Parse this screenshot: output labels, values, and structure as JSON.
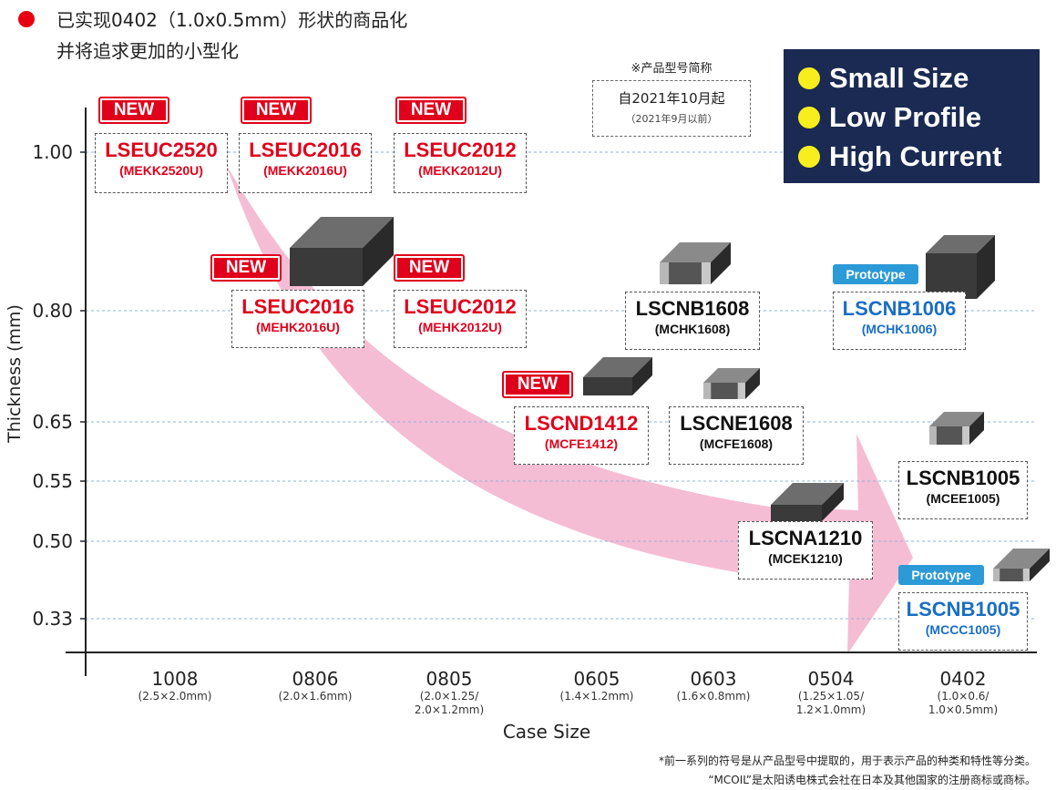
{
  "heading": {
    "line1": "已实现0402（1.0x0.5mm）形状的商品化",
    "line2": "并将追求更加的小型化"
  },
  "naming_note": {
    "title": "※产品型号简称",
    "line1": "自2021年10月起",
    "line2": "（2021年9月以前）"
  },
  "features": [
    "Small Size",
    "Low Profile",
    "High Current"
  ],
  "colors": {
    "new_red": "#e0001b",
    "prototype_blue": "#2c9ad6",
    "feature_bg": "#1a2a52",
    "feature_dot": "#f8ee1d",
    "arrow_pink": "#f4b6cf"
  },
  "badges": {
    "new": "NEW",
    "prototype": "Prototype"
  },
  "chart_data": {
    "type": "scatter",
    "xlabel": "Case Size",
    "ylabel": "Thickness (mm)",
    "categories": [
      {
        "name": "1008",
        "dims": [
          "(2.5×2.0mm)"
        ]
      },
      {
        "name": "0806",
        "dims": [
          "(2.0×1.6mm)"
        ]
      },
      {
        "name": "0805",
        "dims": [
          "(2.0×1.25/",
          "2.0×1.2mm)"
        ]
      },
      {
        "name": "0605",
        "dims": [
          "(1.4×1.2mm)"
        ]
      },
      {
        "name": "0603",
        "dims": [
          "(1.6×0.8mm)"
        ]
      },
      {
        "name": "0504",
        "dims": [
          "(1.25×1.05/",
          "1.2×1.0mm)"
        ]
      },
      {
        "name": "0402",
        "dims": [
          "(1.0×0.6/",
          "1.0×0.5mm)"
        ]
      }
    ],
    "y_ticks": [
      "1.00",
      "0.80",
      "0.65",
      "0.55",
      "0.50",
      "0.33"
    ],
    "grid": "dashed horizontal",
    "points": [
      {
        "name": "LSEUC2520",
        "old": "(MEKK2520U)",
        "case": "1008",
        "thickness": "1.00",
        "status": "new"
      },
      {
        "name": "LSEUC2016",
        "old": "(MEKK2016U)",
        "case": "0806",
        "thickness": "1.00",
        "status": "new"
      },
      {
        "name": "LSEUC2012",
        "old": "(MEKK2012U)",
        "case": "0805",
        "thickness": "1.00",
        "status": "new"
      },
      {
        "name": "LSEUC2016",
        "old": "(MEHK2016U)",
        "case": "0806",
        "thickness": "0.80",
        "status": "new"
      },
      {
        "name": "LSEUC2012",
        "old": "(MEHK2012U)",
        "case": "0805",
        "thickness": "0.80",
        "status": "new"
      },
      {
        "name": "LSCNB1608",
        "old": "(MCHK1608)",
        "case": "0603",
        "thickness": "0.80",
        "status": "current"
      },
      {
        "name": "LSCNB1006",
        "old": "(MCHK1006)",
        "case": "0402",
        "thickness": "0.80",
        "status": "prototype"
      },
      {
        "name": "LSCND1412",
        "old": "(MCFE1412)",
        "case": "0605",
        "thickness": "0.65",
        "status": "new"
      },
      {
        "name": "LSCNE1608",
        "old": "(MCFE1608)",
        "case": "0603",
        "thickness": "0.65",
        "status": "current"
      },
      {
        "name": "LSCNB1005",
        "old": "(MCEE1005)",
        "case": "0402",
        "thickness": "0.55",
        "status": "current"
      },
      {
        "name": "LSCNA1210",
        "old": "(MCEK1210)",
        "case": "0504",
        "thickness": "0.50",
        "status": "current"
      },
      {
        "name": "LSCNB1005",
        "old": "(MCCC1005)",
        "case": "0402",
        "thickness": "0.33",
        "status": "prototype"
      }
    ]
  },
  "footnotes": [
    "*前一系列的符号是从产品型号中提取的，用于表示产品的种类和特性等分类。",
    "“MCOIL”是太阳诱电株式会社在日本及其他国家的注册商标或商标。"
  ]
}
